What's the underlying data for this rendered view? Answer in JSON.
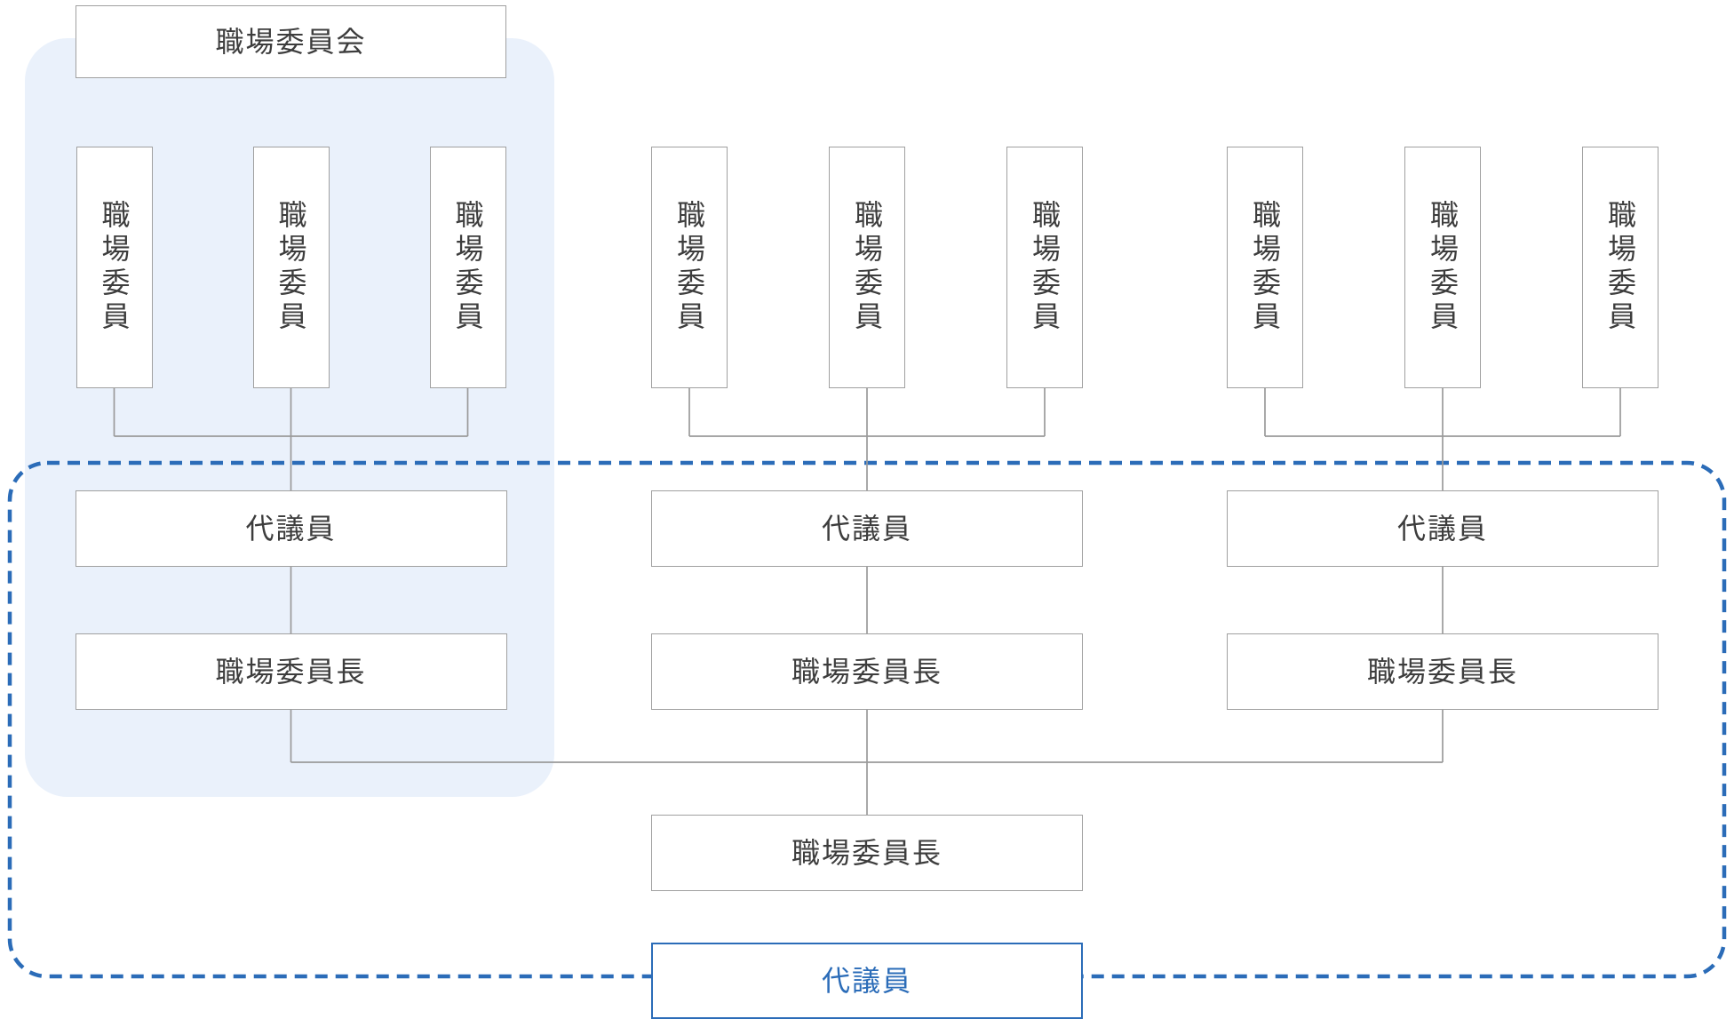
{
  "diagram": {
    "committee_label": "職場委員会",
    "groups": [
      {
        "members": [
          "職場委員",
          "職場委員",
          "職場委員"
        ],
        "delegate": "代議員",
        "chair": "職場委員長"
      },
      {
        "members": [
          "職場委員",
          "職場委員",
          "職場委員"
        ],
        "delegate": "代議員",
        "chair": "職場委員長"
      },
      {
        "members": [
          "職場委員",
          "職場委員",
          "職場委員"
        ],
        "delegate": "代議員",
        "chair": "職場委員長"
      }
    ],
    "central_chair": "職場委員長",
    "bottom_delegate": "代議員"
  },
  "colors": {
    "accent_blue": "#2b6cb8",
    "box_border": "#a0a0a0",
    "connector": "#9a9a9a",
    "text": "#3d3d3d",
    "highlight_bg": "#eaf1fb"
  }
}
